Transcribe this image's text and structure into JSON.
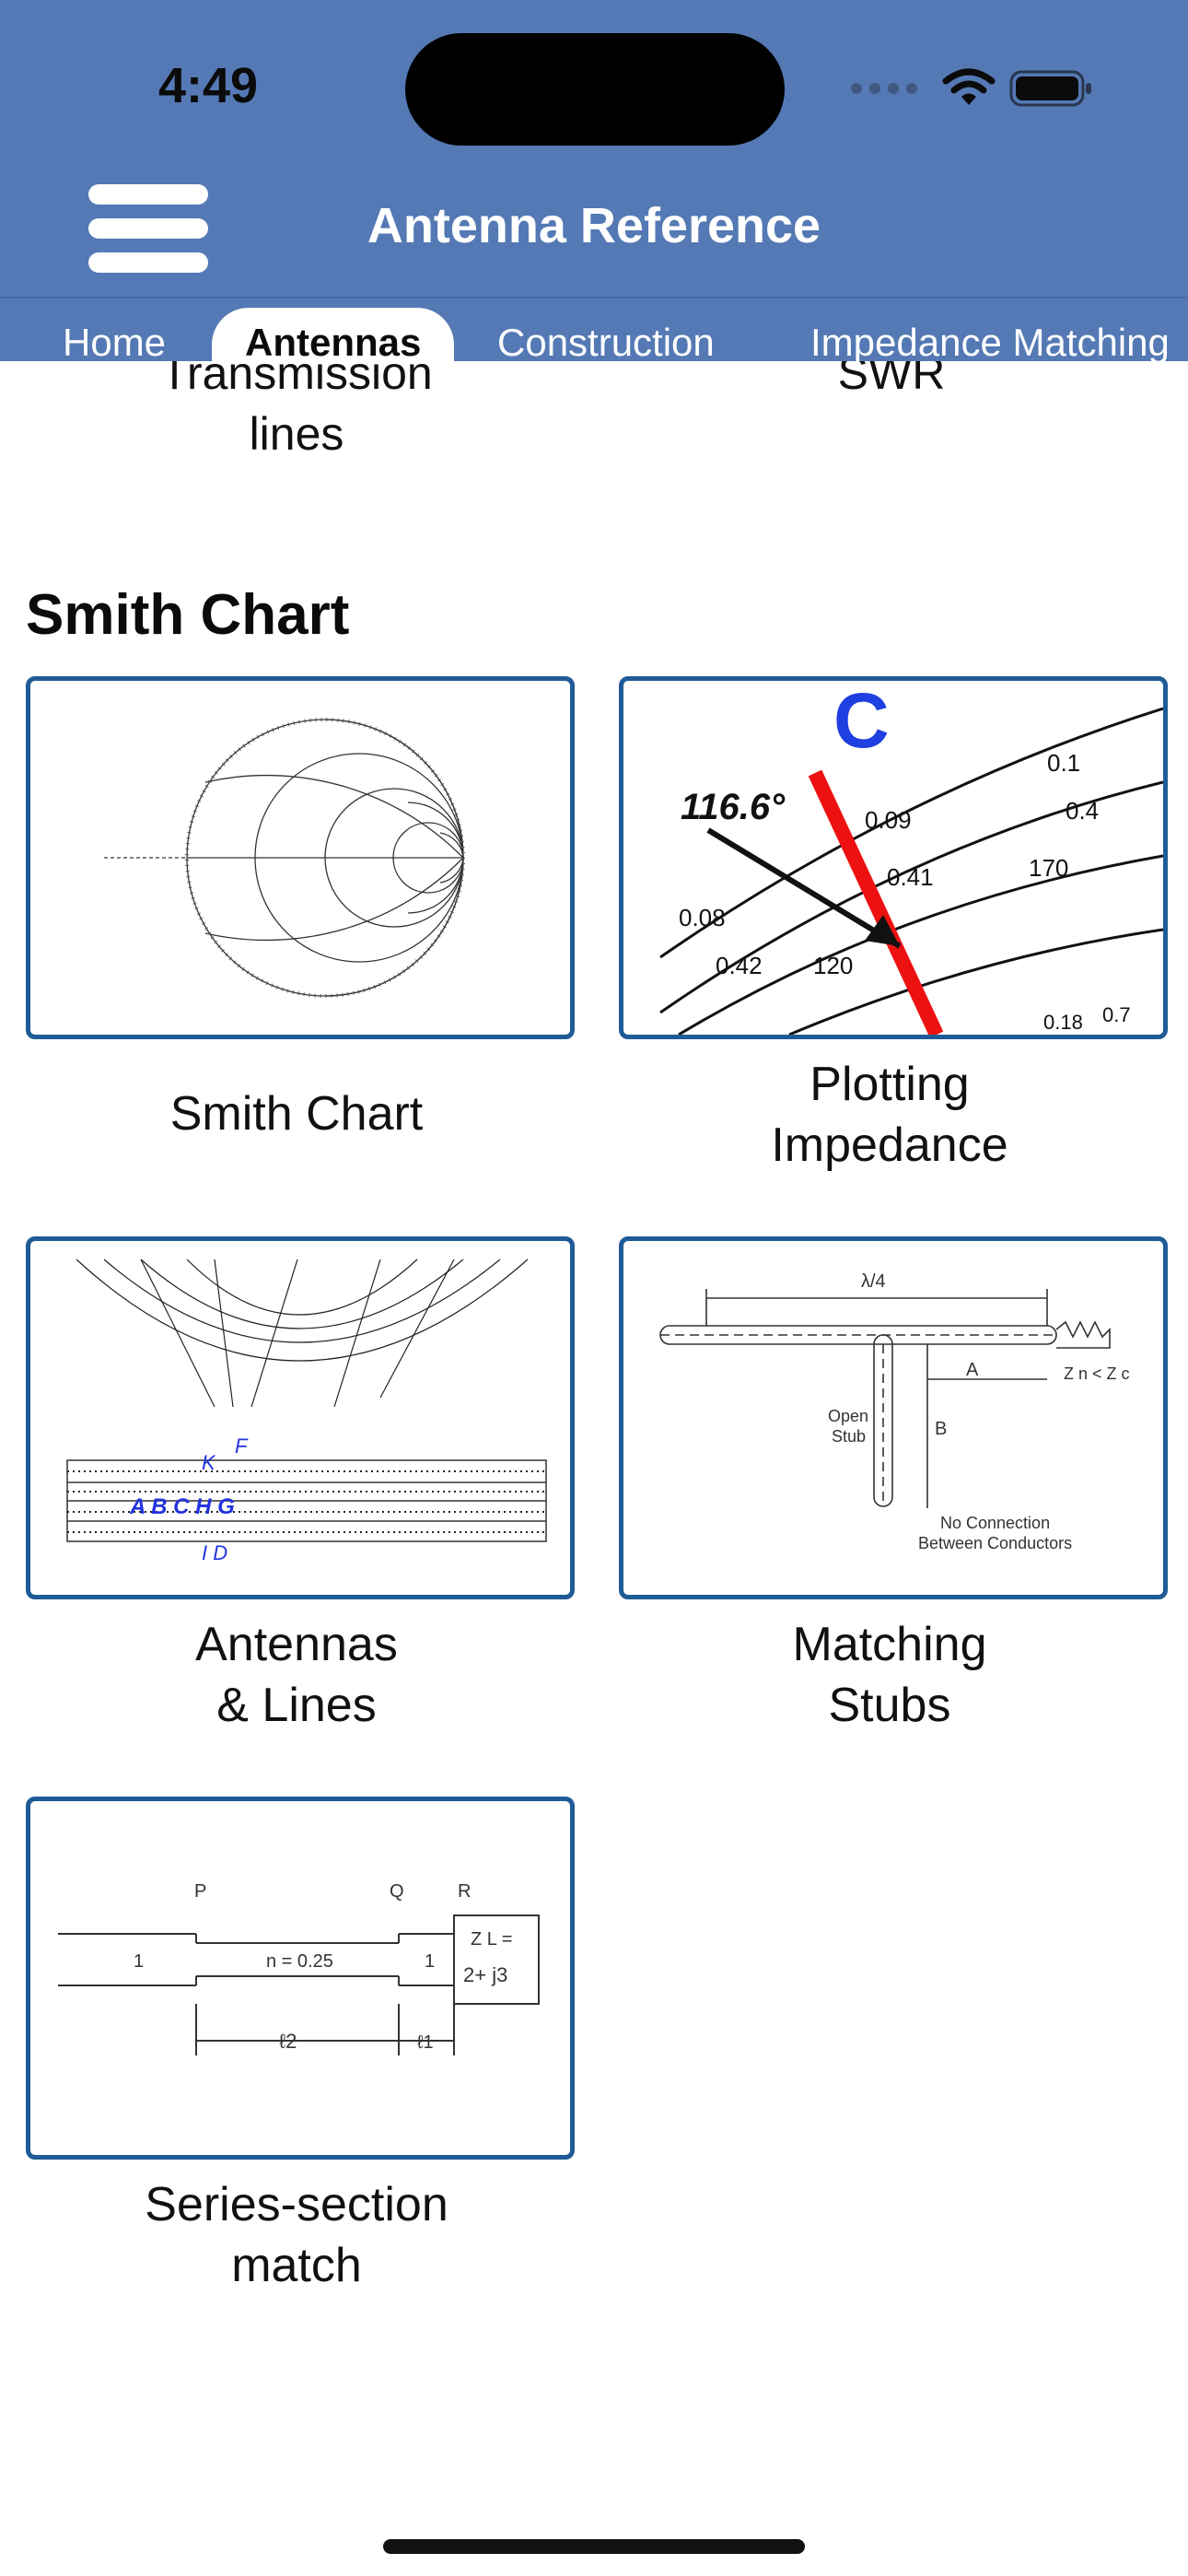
{
  "status": {
    "time": "4:49"
  },
  "header": {
    "title": "Antenna Reference",
    "menu_icon": "hamburger-menu-icon"
  },
  "tabs": [
    {
      "label": "Home",
      "active": false
    },
    {
      "label": "Antennas",
      "active": true
    },
    {
      "label": "Construction",
      "active": false
    },
    {
      "label": "Impedance Matching",
      "active": false
    }
  ],
  "previous_section": {
    "items": [
      {
        "label_line1": "Transmission",
        "label_line2": "lines"
      },
      {
        "label_line1": "SWR",
        "label_line2": ""
      }
    ]
  },
  "section": {
    "title": "Smith Chart",
    "items": [
      {
        "label_line1": "Smith Chart",
        "label_line2": ""
      },
      {
        "label_line1": "Plotting",
        "label_line2": "Impedance"
      },
      {
        "label_line1": "Antennas",
        "label_line2": "& Lines"
      },
      {
        "label_line1": "Matching",
        "label_line2": "Stubs"
      },
      {
        "label_line1": "Series-section",
        "label_line2": "match"
      }
    ]
  },
  "thumbnails": {
    "plotting": {
      "letter": "C",
      "angle": "116.6°",
      "t1": "0.1",
      "t2": "0.4",
      "t3": "0.09",
      "t4": "0.41",
      "t5": "170",
      "t6": "0.08",
      "t7": "0.42",
      "t8": "120",
      "t9": "0.7",
      "t10": "0.18"
    },
    "antennas_lines": {
      "letters": "A  B  C H G",
      "k": "K",
      "f": "F",
      "id": "I D"
    },
    "stubs": {
      "quarter": "λ/4",
      "a": "A",
      "b": "B",
      "zc": "Z n < Z c",
      "open": "Open",
      "stub": "Stub",
      "noconn": "No Connection",
      "between": "Between Conductors"
    },
    "series": {
      "p": "P",
      "q": "Q",
      "r": "R",
      "one_a": "1",
      "n": "n = 0.25",
      "one_b": "1",
      "zl": "Z L =",
      "zval": "2+ j3",
      "l2": "ℓ2",
      "l1": "ℓ1"
    }
  }
}
